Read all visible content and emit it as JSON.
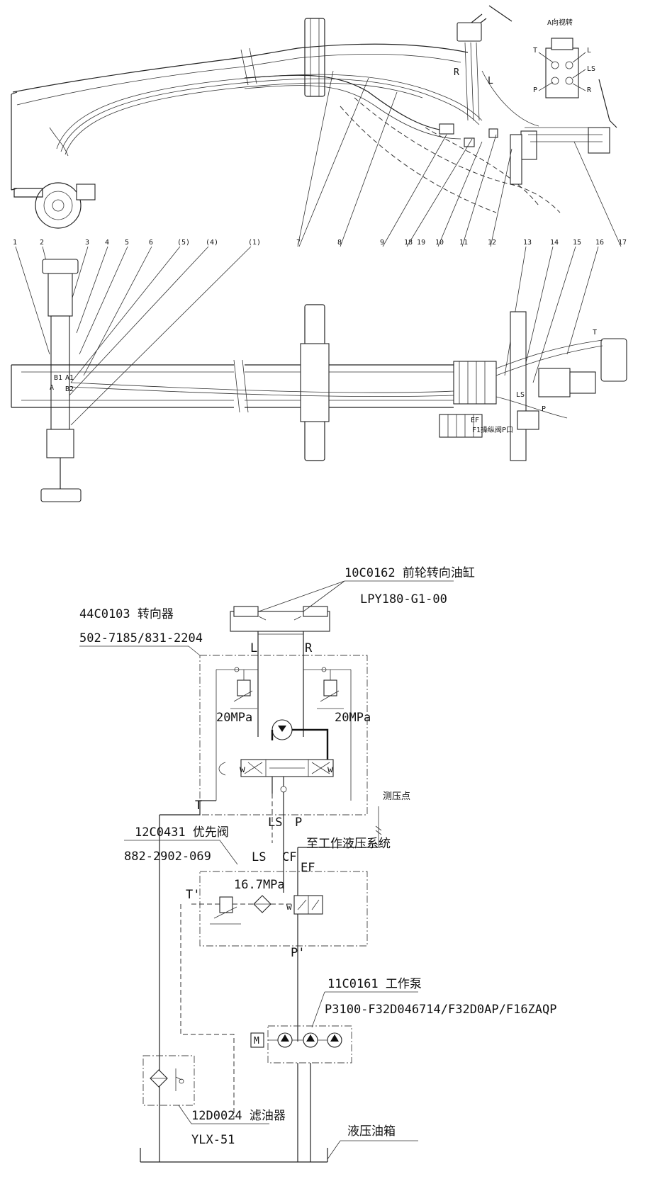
{
  "callouts": [
    "1",
    "2",
    "3",
    "4",
    "5",
    "6",
    "(5)",
    "(4)",
    "(1)",
    "7",
    "8",
    "9",
    "18 19",
    "10",
    "11",
    "12",
    "13",
    "14",
    "15",
    "16",
    "17"
  ],
  "view_a": {
    "title": "A向视转",
    "ports": [
      "T",
      "L",
      "LS",
      "P",
      "R"
    ]
  },
  "top_drawing_labels": {
    "r": "R",
    "l": "L"
  },
  "plan_view_labels": {
    "b1": "B1",
    "a1": "A1",
    "a": "A",
    "b2": "B2",
    "ls": "LS",
    "p": "P",
    "t": "T",
    "ef": "EF",
    "valve_note": "F1操纵阀P口"
  },
  "schematic": {
    "cylinder": {
      "code": "10C0162 前轮转向油缸",
      "model": "LPY180-G1-00"
    },
    "steering_unit": {
      "code": "44C0103 转向器",
      "model": "502-7185/831-2204"
    },
    "port_l": "L",
    "port_r": "R",
    "relief_left": "20MPa",
    "relief_right": "20MPa",
    "port_t": "T",
    "port_ls": "LS",
    "port_p": "P",
    "test_point": "测压点",
    "priority_valve": {
      "code": "12C0431 优先阀",
      "model": "882-2902-069"
    },
    "to_work_system": "至工作液压系统",
    "pv_ls": "LS",
    "pv_cf": "CF",
    "pv_ef": "EF",
    "pv_relief": "16.7MPa",
    "pv_t": "T'",
    "pv_p": "P'",
    "pump": {
      "code": "11C0161 工作泵",
      "model": "P3100-F32D046714/F32D0AP/F16ZAQP"
    },
    "motor": "M",
    "filter": {
      "code": "12D0024 滤油器",
      "model": "YLX-51"
    },
    "tank": "液压油箱"
  }
}
